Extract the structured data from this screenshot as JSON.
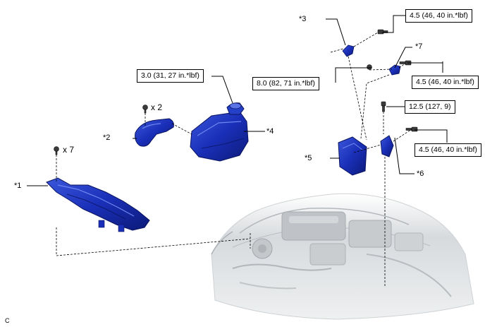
{
  "parts": {
    "p1": "*1",
    "p2": "*2",
    "p3": "*3",
    "p4": "*4",
    "p5": "*5",
    "p6": "*6",
    "p7": "*7"
  },
  "torques": {
    "t_part4": "3.0 (31, 27 in.*lbf)",
    "t_part3_top": "4.5 (46, 40 in.*lbf)",
    "t_part5_nut": "8.0 (82, 71 in.*lbf)",
    "t_part7": "4.5 (46, 40 in.*lbf)",
    "t_part6_top": "12.5 (127, 9)",
    "t_part6_side": "4.5 (46, 40 in.*lbf)"
  },
  "quantities": {
    "clips_part2": "x 2",
    "clips_part1": "x 7"
  },
  "figure_code": "C",
  "colors": {
    "part_fill": "#1a2fb8",
    "part_dark": "#0c1a78",
    "part_light": "#5a74e8",
    "engine_gray": "#c9ccd0"
  }
}
